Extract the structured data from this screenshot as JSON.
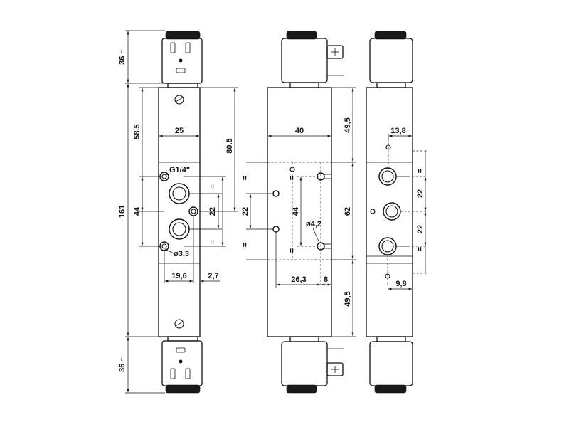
{
  "dimensions": {
    "total_length": "161",
    "coil_top": "36 ~",
    "coil_bottom": "36 ~",
    "port_to_top": "58.5",
    "port_span_left": "44",
    "width_left": "25",
    "mount_height": "80.5",
    "port_thread": "G1/4\"",
    "pitch_22_a": "22",
    "pitch_22_b": "22",
    "mount_hole": "ø3,3",
    "hole_offset": "19,6",
    "offset_27": "2,7",
    "width_front": "40",
    "upper_block": "49,5",
    "lower_block": "49,5",
    "mid_block": "62",
    "hole_span_front": "44",
    "hole_dia": "ø4,2",
    "hole_pos_front": "26,3",
    "dim_8": "8",
    "right_top_offset": "13,8",
    "right_pitch_a": "22",
    "right_pitch_b": "22",
    "right_bottom_offset": "9,8",
    "equal_mark": "="
  }
}
